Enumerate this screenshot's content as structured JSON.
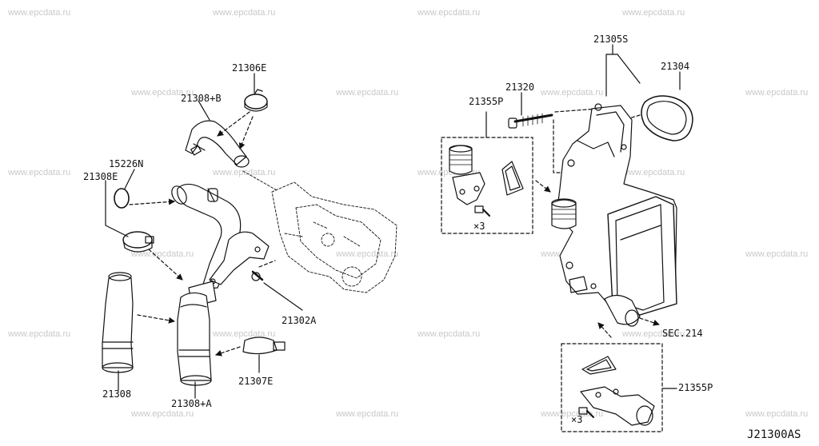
{
  "watermark": "www.epcdata.ru",
  "diagram_code": "J21300AS",
  "labels": {
    "p21306E": "21306E",
    "p21308B": "21308+B",
    "p15226N": "15226N",
    "p21308E": "21308E",
    "p21302A": "21302A",
    "p21308": "21308",
    "p21308A": "21308+A",
    "p21307E": "21307E",
    "p21305S": "21305S",
    "p21304": "21304",
    "p21320": "21320",
    "p21355P_top": "21355P",
    "x3_top": "×3",
    "sec214": "SEC.214",
    "p21355P_bottom": "21355P",
    "x3_bottom": "×3"
  }
}
